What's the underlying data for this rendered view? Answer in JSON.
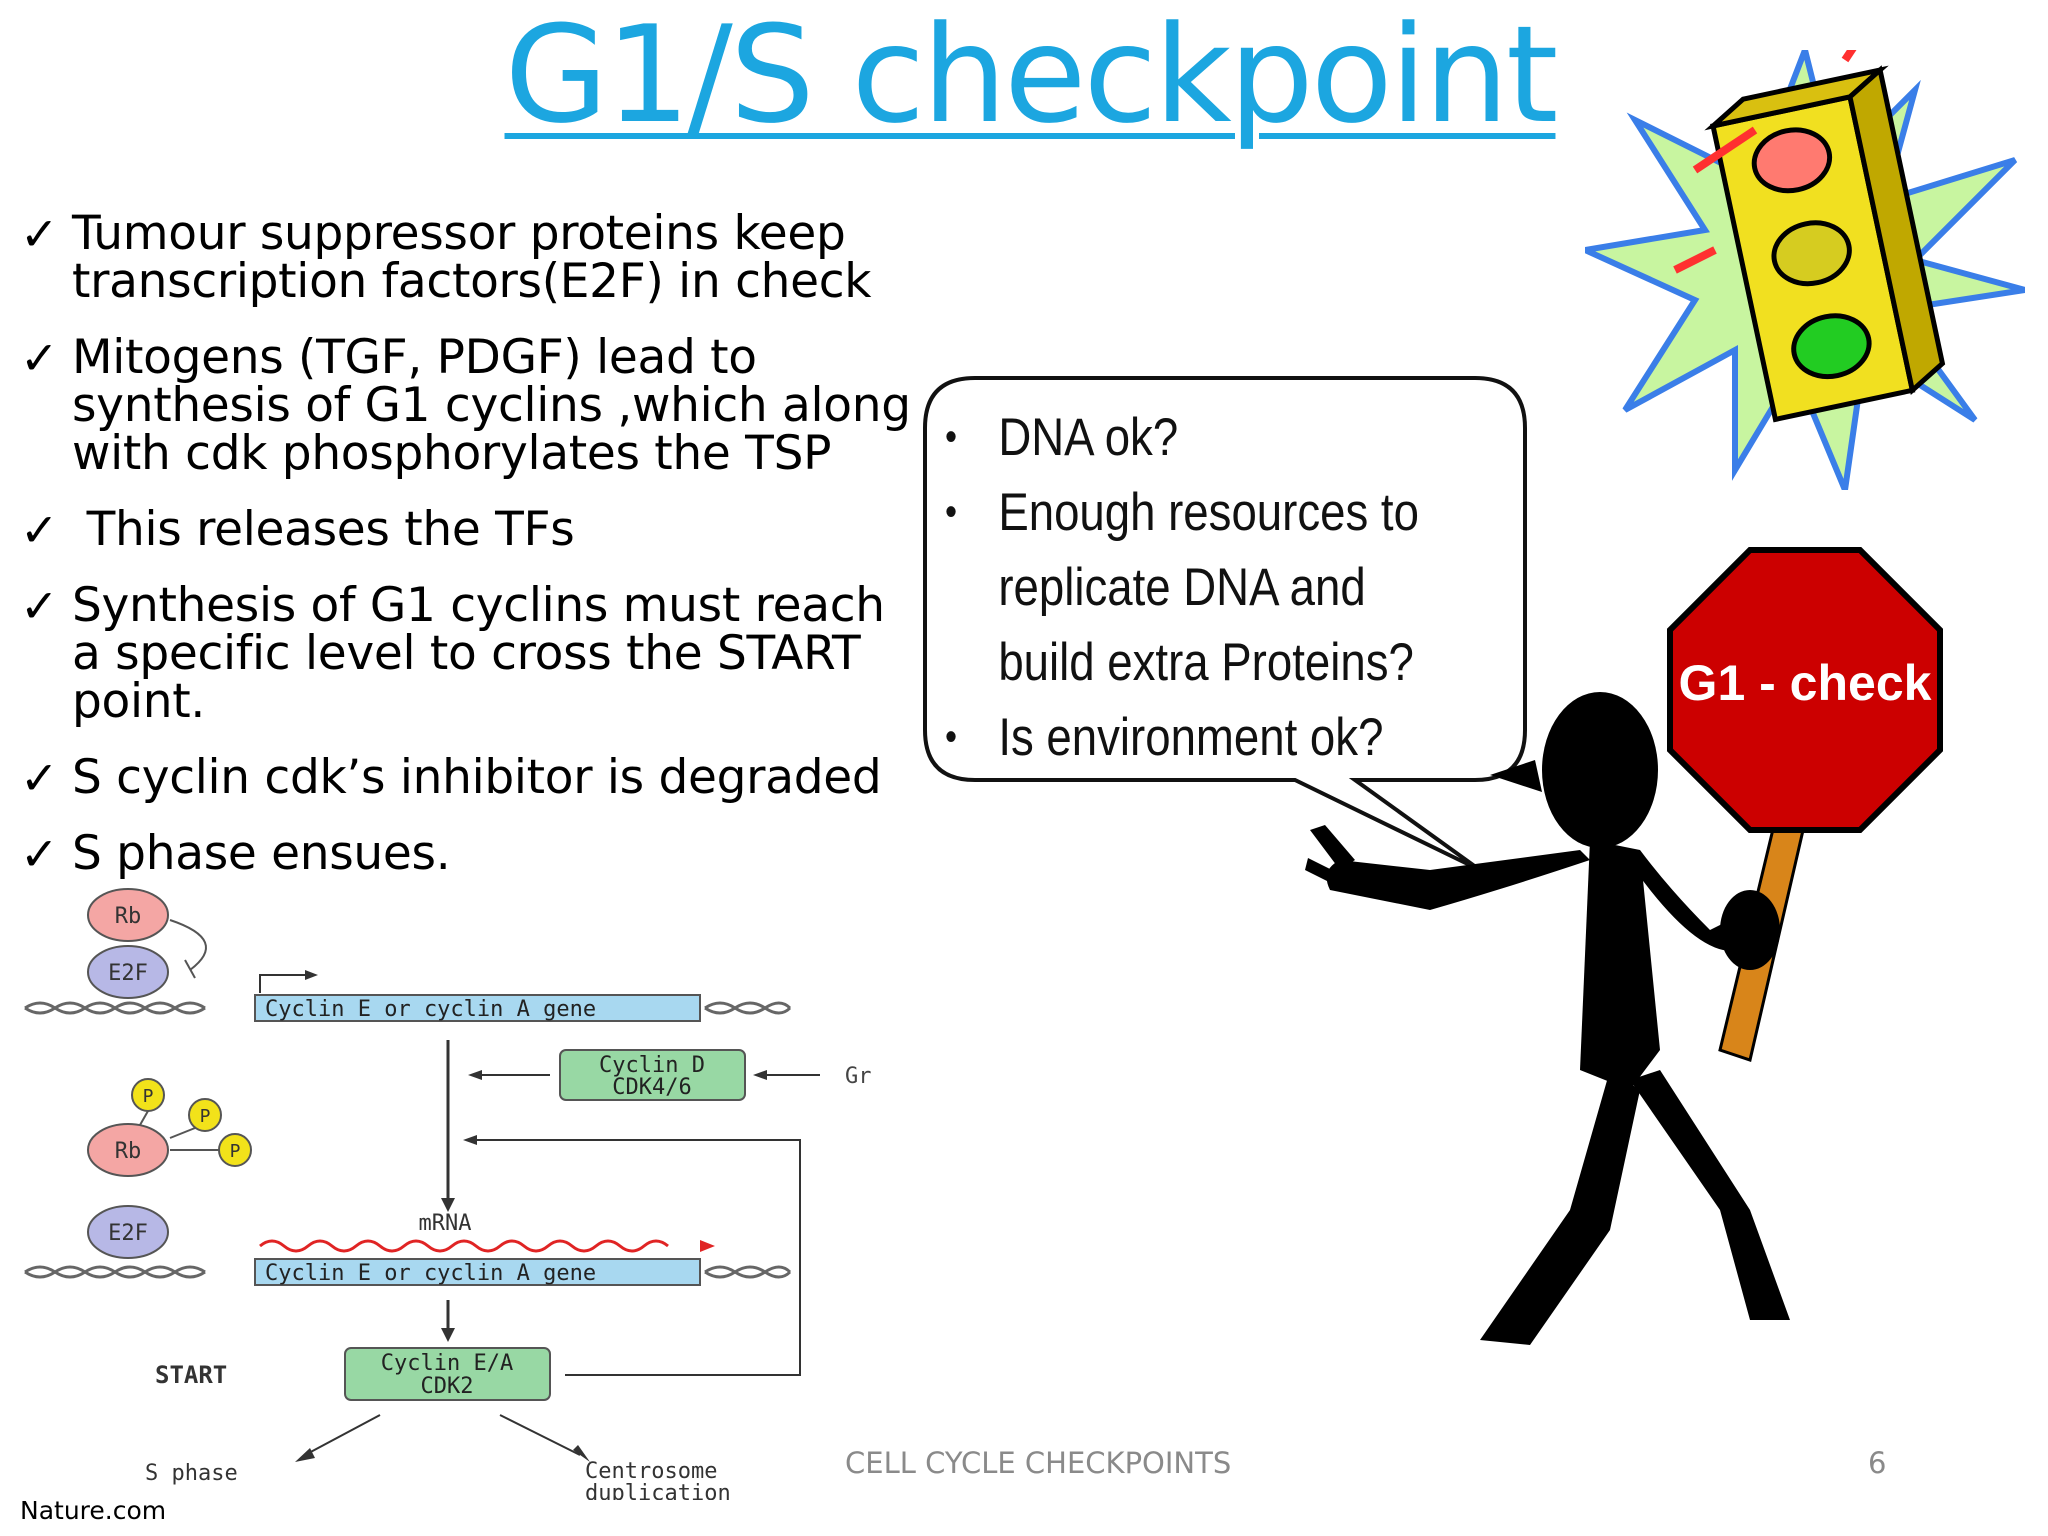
{
  "title": "G1/S checkpoint",
  "bullets": [
    {
      "check": "✓",
      "text": "Tumour suppressor proteins keep transcription factors(E2F) in check"
    },
    {
      "check": "✓",
      "text": "Mitogens (TGF, PDGF) lead to synthesis of G1 cyclins ,which along with cdk phosphorylates the TSP"
    },
    {
      "check": "✓",
      "text": " This releases the TFs"
    },
    {
      "check": "✓",
      "text": "Synthesis of G1 cyclins  must reach a specific level to cross the START point."
    },
    {
      "check": "✓",
      "text": "S cyclin cdk’s inhibitor is degraded"
    },
    {
      "check": "✓",
      "text": "S phase ensues."
    }
  ],
  "speech_bubble": {
    "bullet_symbol": "•",
    "items": [
      "DNA ok?",
      "Enough resources to replicate DNA and build extra Proteins?",
      "Is environment ok?"
    ]
  },
  "stop_sign": {
    "label": "G1 - check"
  },
  "diagram": {
    "rb": "Rb",
    "e2f": "E2F",
    "gene": "Cyclin E or cyclin A gene",
    "cyclin_d_line1": "Cyclin D",
    "cyclin_d_line2": "CDK4/6",
    "growth_cut": "Gr",
    "phosphate": "P",
    "mrna": "mRNA",
    "start": "START",
    "cyclin_ea_line1": "Cyclin E/A",
    "cyclin_ea_line2": "CDK2",
    "s_phase": "S phase",
    "centrosome_line1": "Centrosome",
    "centrosome_line2": "duplication"
  },
  "footer": {
    "center": "CELL CYCLE CHECKPOINTS",
    "page": "6",
    "credit": "Nature.com"
  },
  "colors": {
    "title": "#1ca6e0",
    "stop": "#cc0000",
    "rb": "#f4a6a4",
    "e2f": "#b7b8e6",
    "gene": "#a8d8f0",
    "cyclin_box": "#98d8a4",
    "phosphate": "#f2e21a",
    "mrna": "#e02424"
  }
}
